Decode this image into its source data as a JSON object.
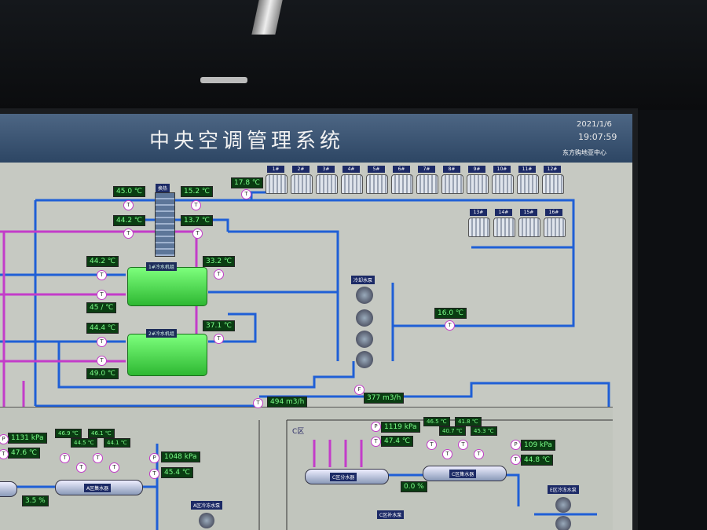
{
  "header": {
    "title": "中央空调管理系统",
    "date": "2021/1/6",
    "time": "19:07:59",
    "company": "东方购地亚中心"
  },
  "colors": {
    "header_bg": "#3a5474",
    "pipe_blue": "#1f5fd6",
    "pipe_magenta": "#c33cc9",
    "chiller_green": "#3cd641",
    "value_bg": "#0a3d12",
    "value_text": "#7cff8a"
  },
  "towers": {
    "row1": [
      "1#",
      "2#",
      "3#",
      "4#",
      "5#",
      "6#",
      "7#",
      "8#",
      "9#",
      "10#",
      "11#",
      "12#"
    ],
    "row2": [
      "13#",
      "14#",
      "15#",
      "16#"
    ]
  },
  "labels": {
    "header_collector": "换热",
    "chiller1": "1#冷水机组",
    "chiller2": "2#冷水机组",
    "cooling_pumps": "冷却水泵",
    "zone_a_collector": "A区集水器",
    "zone_a_pumps": "A区冷冻水泵",
    "zone_c": "C区",
    "zone_c_collector": "C区集水器",
    "zone_c_distributor": "C区分水器",
    "zone_c_pump": "C区补水泵",
    "zone_e_pump": "E区冷冻水泵"
  },
  "values": {
    "v1": "45.0 ℃",
    "v2": "15.2 ℃",
    "v3": "17.8 ℃",
    "v4": "44.2 ℃",
    "v5": "13.7 ℃",
    "v6": "44.2 ℃",
    "v7": "33.2 ℃",
    "v8": "45 / ℃",
    "v9": "44.4 ℃",
    "v10": "37.1 ℃",
    "v11": "49.0 ℃",
    "v12": "16.0 ℃",
    "v13": "494 m3/h",
    "v14": "377 m3/h",
    "v15": "1131 kPa",
    "v16": "47.6 ℃",
    "v17": "46.9 ℃",
    "v18": "44.5 ℃",
    "v19": "46.1 ℃",
    "v20": "44.1 ℃",
    "v21": "1048 kPa",
    "v22": "45.4 ℃",
    "v23": "3.5 %",
    "v24": "1119 kPa",
    "v25": "47.4 ℃",
    "v26": "46.5 ℃",
    "v27": "40.7 ℃",
    "v28": "41.8 ℃",
    "v29": "45.3 ℃",
    "v30": "109 kPa",
    "v31": "44.8 ℃",
    "v32": "0.0 %"
  },
  "sensor_glyphs": {
    "temp": "T",
    "pressure": "P",
    "flow": "F"
  }
}
